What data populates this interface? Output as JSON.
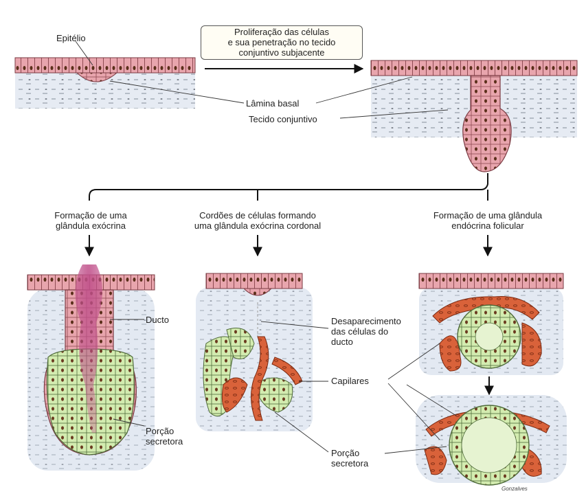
{
  "colors": {
    "epithelium": "#e8a5ad",
    "epithelium_dark": "#a8555f",
    "secretory": "#d3ecb0",
    "capillary": "#d9623a",
    "connective": "#cdd6e6",
    "lumen": "#c0508a"
  },
  "labels": {
    "epitelio": "Epitélio",
    "proliferation": [
      "Proliferação das células",
      "e sua penetração no tecido",
      "conjuntivo subjacente"
    ],
    "lamina_basal": "Lâmina basal",
    "tecido_conjuntivo": "Tecido conjuntivo",
    "exocrine_heading": [
      "Formação de uma",
      "glândula exócrina"
    ],
    "cord_heading": [
      "Cordões de células formando",
      "uma glândula exócrina cordonal"
    ],
    "endocrine_heading": [
      "Formação de uma glândula",
      "endócrina folicular"
    ],
    "ducto": "Ducto",
    "porcao_secretora_1": [
      "Porção",
      "secretora"
    ],
    "desaparecimento": [
      "Desaparecimento",
      "das células do",
      "ducto"
    ],
    "capilares": "Capilares",
    "porcao_secretora_2": [
      "Porção",
      "secretora"
    ],
    "signature": "Gonzalves"
  }
}
